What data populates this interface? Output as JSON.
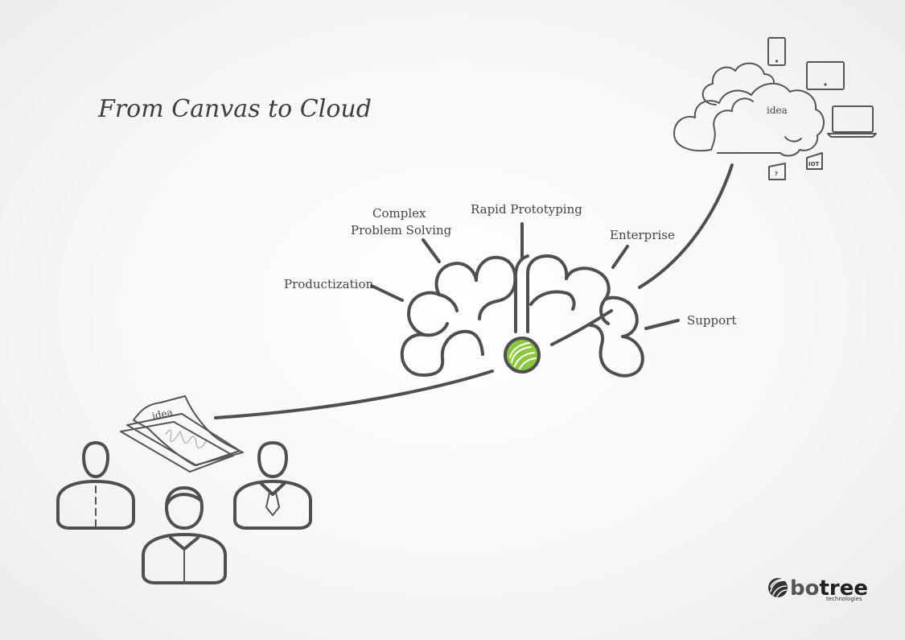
{
  "title": "From Canvas to Cloud",
  "brain_labels": {
    "productization": "Productization",
    "complex_line1": "Complex",
    "complex_line2": "Problem Solving",
    "rapid_prototyping": "Rapid Prototyping",
    "enterprise": "Enterprise",
    "support": "Support"
  },
  "cloud": {
    "label": "idea"
  },
  "paper": {
    "label": "idea"
  },
  "devices": {
    "question": "?",
    "iot": "IOT"
  },
  "logo": {
    "part1": "bo",
    "part2": "tree",
    "subtitle": "technologies"
  },
  "colors": {
    "line": "#4f4f4f",
    "accent": "#8dc63f",
    "logo_dark": "#333333",
    "background": "#f4f4f4"
  },
  "icons": [
    "brain-icon",
    "cloud-icon",
    "phone-icon",
    "tablet-icon",
    "laptop-icon",
    "question-device-icon",
    "iot-device-icon",
    "paper-icon",
    "person-icon",
    "botree-logo-icon"
  ]
}
